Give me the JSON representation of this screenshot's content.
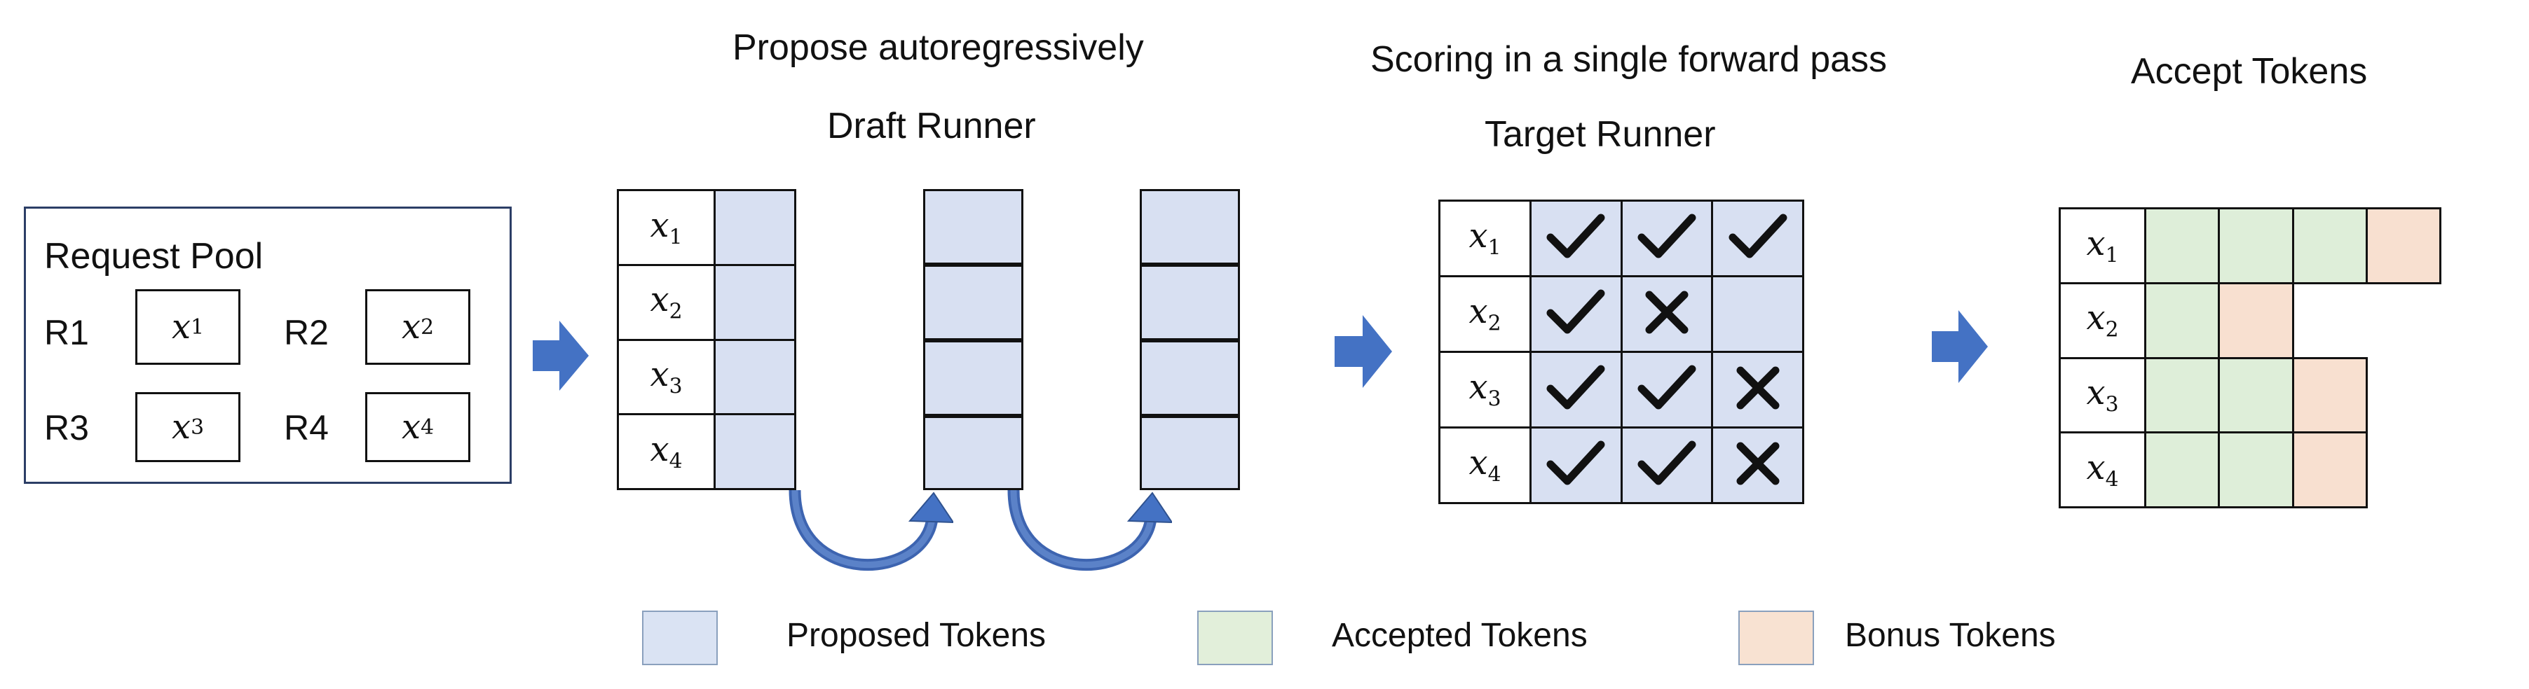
{
  "headings": {
    "propose": "Propose autoregressively",
    "draft_runner": "Draft Runner",
    "scoring": "Scoring in a single forward pass",
    "target_runner": "Target Runner",
    "accept": "Accept Tokens"
  },
  "request_pool": {
    "title": "Request Pool",
    "requests": [
      {
        "label": "R1",
        "token": "x",
        "sub": "1"
      },
      {
        "label": "R2",
        "token": "x",
        "sub": "2"
      },
      {
        "label": "R3",
        "token": "x",
        "sub": "3"
      },
      {
        "label": "R4",
        "token": "x",
        "sub": "4"
      }
    ]
  },
  "rows": [
    {
      "token": "x",
      "sub": "1"
    },
    {
      "token": "x",
      "sub": "2"
    },
    {
      "token": "x",
      "sub": "3"
    },
    {
      "token": "x",
      "sub": "4"
    }
  ],
  "target_marks": [
    [
      "check",
      "check",
      "check"
    ],
    [
      "check",
      "cross",
      ""
    ],
    [
      "check",
      "check",
      "cross"
    ],
    [
      "check",
      "check",
      "cross"
    ]
  ],
  "accept_cells": [
    [
      "accepted",
      "accepted",
      "accepted",
      "bonus"
    ],
    [
      "accepted",
      "bonus",
      "",
      ""
    ],
    [
      "accepted",
      "accepted",
      "bonus",
      ""
    ],
    [
      "accepted",
      "accepted",
      "bonus",
      ""
    ]
  ],
  "legend": [
    {
      "label": "Proposed Tokens",
      "color": "#dae3f3"
    },
    {
      "label": "Accepted Tokens",
      "color": "#e2efda"
    },
    {
      "label": "Bonus Tokens",
      "color": "#f8e2d2"
    }
  ],
  "colors": {
    "arrow": "#4472c4",
    "proposed_cell": "#d8e0f2",
    "accepted_cell": "#deeed9",
    "bonus_cell": "#f8e0d0"
  }
}
